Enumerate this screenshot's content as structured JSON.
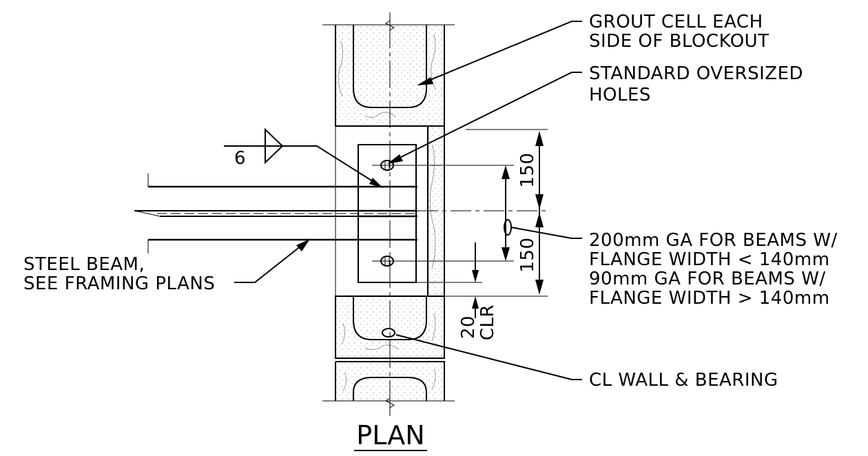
{
  "title": "PLAN",
  "callouts": {
    "grout_cell_line1": "GROUT CELL EACH",
    "grout_cell_line2": "SIDE OF BLOCKOUT",
    "oversized_holes_line1": "STANDARD OVERSIZED",
    "oversized_holes_line2": "HOLES",
    "gauge_line1": "200mm GA FOR BEAMS W/",
    "gauge_line2": "FLANGE WIDTH < 140mm",
    "gauge_line3": "90mm GA FOR BEAMS W/",
    "gauge_line4": "FLANGE WIDTH > 140mm",
    "cl_wall": "CL WALL & BEARING",
    "steel_beam_line1": "STEEL BEAM,",
    "steel_beam_line2": "SEE FRAMING PLANS"
  },
  "weld_symbol": {
    "size": "6"
  },
  "dimensions": {
    "upper": "150",
    "lower": "150",
    "clearance_value": "20",
    "clearance_label": "CLR"
  },
  "colors": {
    "line": "#000000",
    "stipple": "#9a9a9a",
    "background": "#ffffff"
  }
}
